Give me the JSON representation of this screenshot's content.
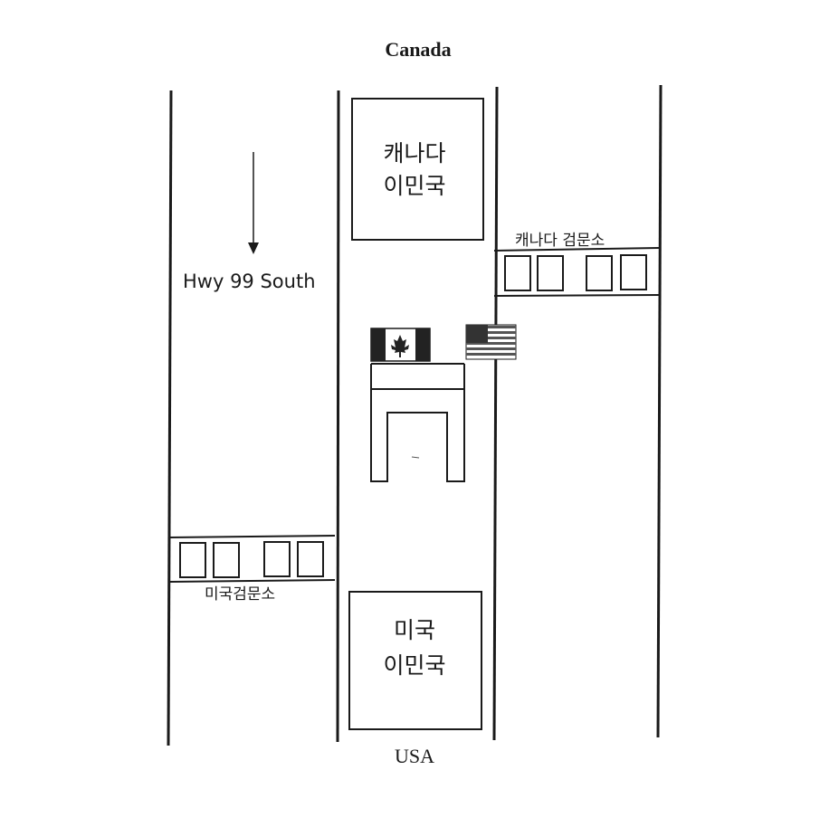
{
  "title_top": "Canada",
  "title_bottom": "USA",
  "highway_label": "Hwy 99 South",
  "canada_immigration": {
    "line1": "캐나다",
    "line2": "이민국"
  },
  "us_immigration": {
    "line1": "미국",
    "line2": "이민국"
  },
  "canada_checkpoint_label": "캐나다 검문소",
  "us_checkpoint_label": "미국검문소",
  "colors": {
    "ink": "#1a1a1a",
    "paper": "#ffffff",
    "flag_red": "#222222",
    "flag_stripe": "#555555"
  },
  "icons": [
    "down-arrow-icon",
    "canada-flag-icon",
    "usa-flag-icon"
  ]
}
